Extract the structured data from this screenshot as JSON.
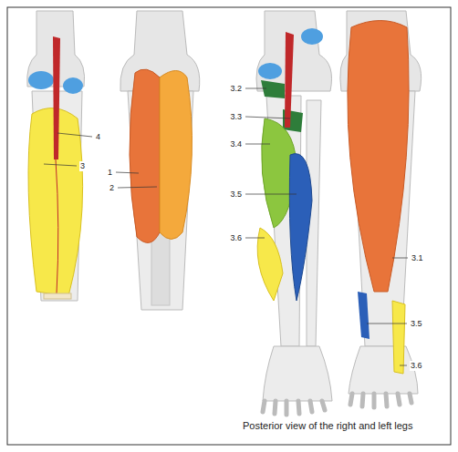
{
  "diagram": {
    "caption": "Posterior view of the right and left legs",
    "labels": [
      "4",
      "3",
      "1",
      "2",
      "3.2",
      "3.3",
      "3.4",
      "3.5",
      "3.6",
      "3.1",
      "3.5",
      "3.6"
    ]
  }
}
